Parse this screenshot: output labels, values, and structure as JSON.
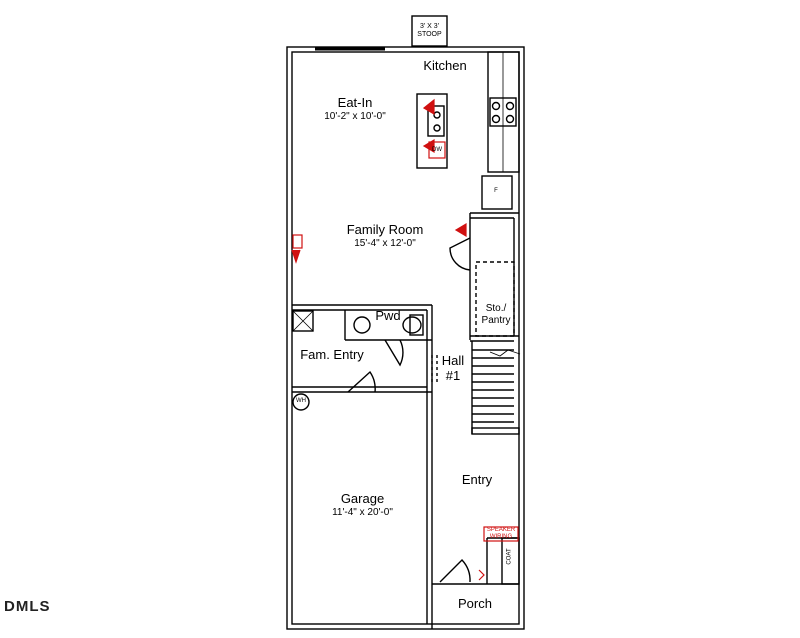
{
  "rooms": {
    "stoop": {
      "line1": "3' X 3'",
      "line2": "STOOP"
    },
    "kitchen": "Kitchen",
    "eat_in": {
      "name": "Eat-In",
      "dim": "10'-2\" x 10'-0\""
    },
    "family_room": {
      "name": "Family Room",
      "dim": "15'-4\" x 12'-0\""
    },
    "pwd": "Pwd",
    "storage": {
      "line1": "Sto./",
      "line2": "Pantry"
    },
    "fam_entry": "Fam. Entry",
    "hall": {
      "line1": "Hall",
      "line2": "#1"
    },
    "entry": "Entry",
    "garage": {
      "name": "Garage",
      "dim": "11'-4\" x 20'-0\""
    },
    "porch": "Porch"
  },
  "fixtures": {
    "wh": "WH",
    "dw": "DW",
    "fridge": "F",
    "coat": "COAT",
    "wiring_line1": "SPEAKER",
    "wiring_line2": "WIRING"
  },
  "watermark": "DMLS",
  "colors": {
    "wall": "#000000",
    "annotation": "#d01010",
    "background": "#ffffff"
  }
}
